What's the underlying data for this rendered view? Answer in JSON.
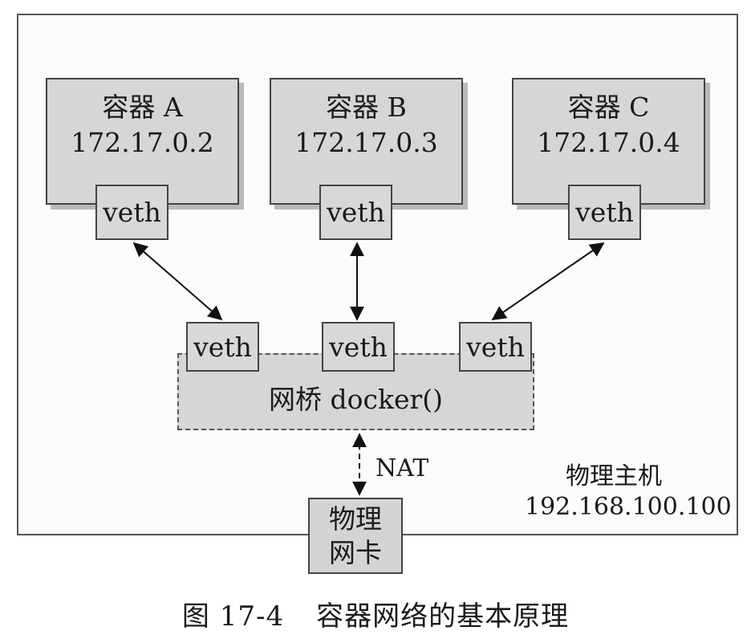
{
  "containers": [
    {
      "name": "容器 A",
      "ip": "172.17.0.2",
      "veth": "veth"
    },
    {
      "name": "容器 B",
      "ip": "172.17.0.3",
      "veth": "veth"
    },
    {
      "name": "容器 C",
      "ip": "172.17.0.4",
      "veth": "veth"
    }
  ],
  "bridge": {
    "label": "网桥 docker()",
    "veths": [
      "veth",
      "veth",
      "veth"
    ]
  },
  "nat_label": "NAT",
  "host": {
    "label": "物理主机",
    "ip": "192.168.100.100"
  },
  "nic": {
    "line1": "物理",
    "line2": "网卡"
  },
  "caption": {
    "number": "图 17-4",
    "title": "容器网络的基本原理"
  }
}
